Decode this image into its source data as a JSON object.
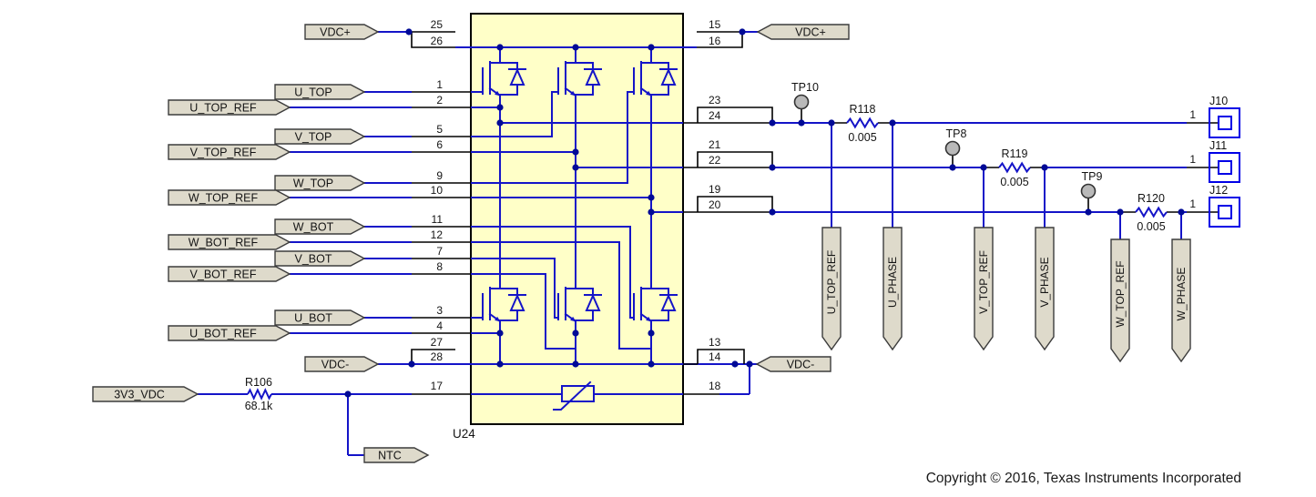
{
  "component": {
    "refdes": "U24"
  },
  "flags": {
    "vdc_plus": "VDC+",
    "vdc_minus": "VDC-",
    "u_top": "U_TOP",
    "u_top_ref": "U_TOP_REF",
    "v_top": "V_TOP",
    "v_top_ref": "V_TOP_REF",
    "w_top": "W_TOP",
    "w_top_ref": "W_TOP_REF",
    "w_bot": "W_BOT",
    "w_bot_ref": "W_BOT_REF",
    "v_bot": "V_BOT",
    "v_bot_ref": "V_BOT_REF",
    "u_bot": "U_BOT",
    "u_bot_ref": "U_BOT_REF",
    "rail_3v3": "3V3_VDC",
    "ntc": "NTC",
    "u_phase": "U_PHASE",
    "v_phase": "V_PHASE",
    "w_phase": "W_PHASE"
  },
  "pins": {
    "n1": "1",
    "n2": "2",
    "n3": "3",
    "n4": "4",
    "n5": "5",
    "n6": "6",
    "n7": "7",
    "n8": "8",
    "n9": "9",
    "n10": "10",
    "n11": "11",
    "n12": "12",
    "n13": "13",
    "n14": "14",
    "n15": "15",
    "n16": "16",
    "n17": "17",
    "n18": "18",
    "n19": "19",
    "n20": "20",
    "n21": "21",
    "n22": "22",
    "n23": "23",
    "n24": "24",
    "n25": "25",
    "n26": "26",
    "n27": "27",
    "n28": "28"
  },
  "resistors": {
    "r106": {
      "ref": "R106",
      "value": "68.1k"
    },
    "r118": {
      "ref": "R118",
      "value": "0.005"
    },
    "r119": {
      "ref": "R119",
      "value": "0.005"
    },
    "r120": {
      "ref": "R120",
      "value": "0.005"
    }
  },
  "test_points": {
    "tp8": "TP8",
    "tp9": "TP9",
    "tp10": "TP10"
  },
  "connectors": {
    "j10": "J10",
    "j11": "J11",
    "j12": "J12",
    "pin": "1"
  },
  "footer": {
    "copyright": "Copyright © 2016, Texas Instruments Incorporated"
  },
  "colors": {
    "wire": "#1414c8",
    "junction": "#000a96",
    "block_fill": "#ffffc8",
    "flag_fill": "#dedacb",
    "test_point_fill": "#b9b9b9",
    "connector_blue": "#0000e6"
  }
}
